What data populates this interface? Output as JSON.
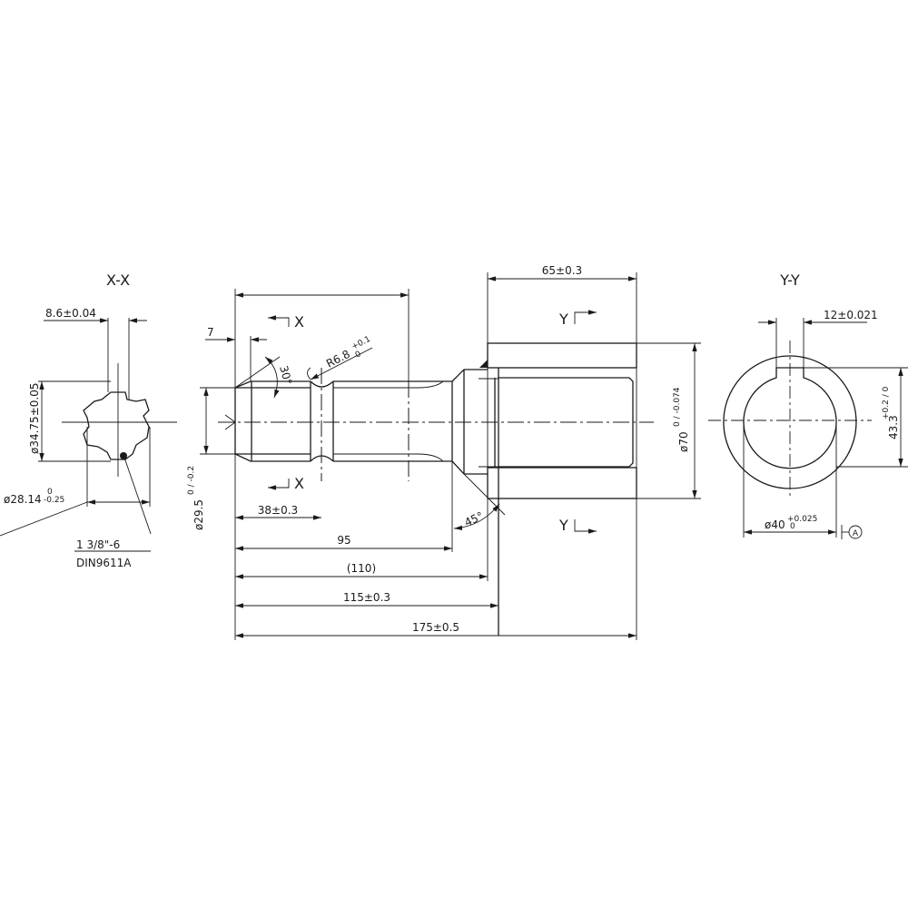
{
  "section_xx": {
    "title": "X-X",
    "dim_width": "8.6±0.04",
    "dim_outer_diameter": "ø34.75±0.05",
    "dim_inner_diameter": "ø28.14",
    "dim_inner_tol_upper": "0",
    "dim_inner_tol_lower": "-0.25",
    "spline_spec": "1 3/8\"-6",
    "spline_standard": "DIN9611A"
  },
  "main_view": {
    "section_marker_x": "X",
    "section_marker_y": "Y",
    "dim_chamfer": "7",
    "dim_angle_30": "30°",
    "dim_radius": "R6.8",
    "dim_radius_tol_upper": "+0.1",
    "dim_radius_tol_lower": "0",
    "dim_shaft_diameter": "ø29.5",
    "dim_shaft_tol": "0 / -0.2",
    "dim_38": "38±0.3",
    "dim_angle_45": "45°",
    "dim_95": "95",
    "dim_110": "(110)",
    "dim_115": "115±0.3",
    "dim_175": "175±0.5",
    "dim_65": "65±0.3",
    "dim_70": "ø70",
    "dim_70_tol": "0 / -0.074"
  },
  "section_yy": {
    "title": "Y-Y",
    "dim_keyway": "12±0.021",
    "dim_key_depth": "43.3",
    "dim_key_depth_tol": "+0.2 / 0",
    "dim_bore": "ø40",
    "dim_bore_tol_upper": "+0.025",
    "dim_bore_tol_lower": "0",
    "datum": "A"
  }
}
